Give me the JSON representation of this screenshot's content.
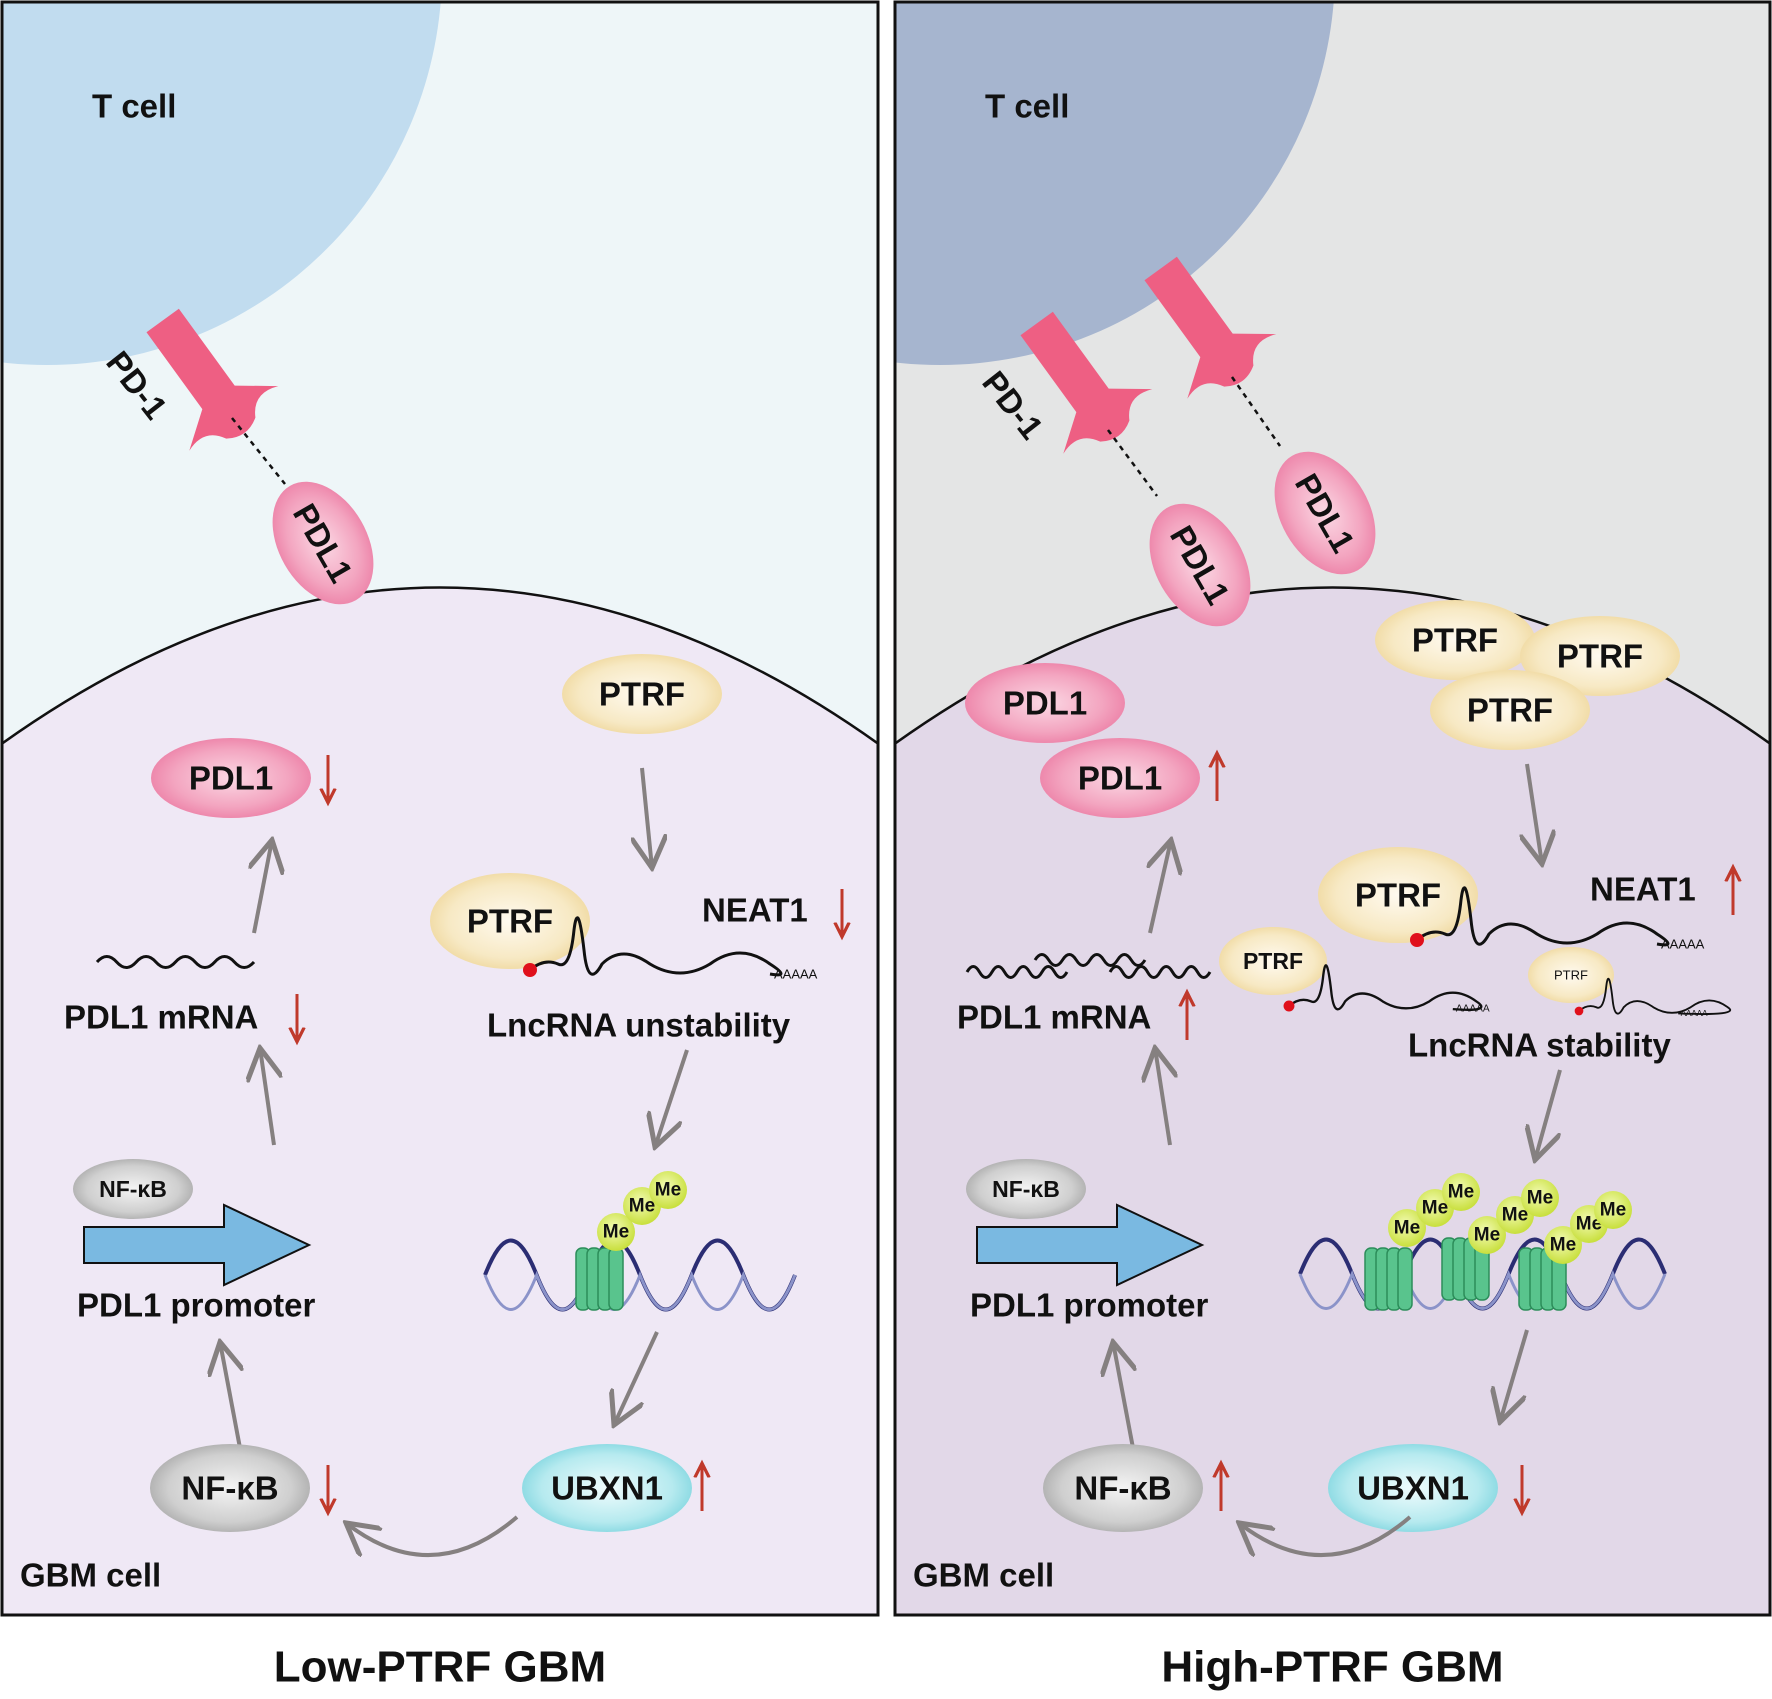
{
  "colors": {
    "tcell_low": "#c1dcef",
    "tcell_high": "#a6b5cf",
    "bg_low": "#eef6f8",
    "bg_high": "#e4e5e5",
    "gbm_low": "#efe8f5",
    "gbm_high": "#e2d8e8",
    "pd1": "#ee5f83",
    "pdl1": "#f29ab7",
    "ptrf": "#f6e6b8",
    "ubxn1": "#a9e6ec",
    "nfkb": "#c3c3c3",
    "promoter_arrow": "#7ab9e1",
    "nucleosome": "#59c48d",
    "methyl": "#d9ec57",
    "dna": "#2b2d73",
    "pathway_arrow": "#858080",
    "up_arrow": "#c0392b",
    "down_arrow": "#c0392b"
  },
  "panels": [
    {
      "caption": "Low-PTRF GBM",
      "t_cell_label": "T cell",
      "gbm_cell_label": "GBM cell",
      "pd1_label": "PD-1",
      "pdl1_label": "PDL1",
      "ptrf_label": "PTRF",
      "neat1_label": "NEAT1",
      "neat1_direction": "down",
      "polya": "AAAAA",
      "lncrna_label": "LncRNA unstability",
      "methyl_label": "Me",
      "ubxn1_label": "UBXN1",
      "ubxn1_direction": "up",
      "nfkb_label": "NF-κB",
      "nfkb_direction": "down",
      "promoter_label": "PDL1 promoter",
      "mrna_label": "PDL1 mRNA",
      "mrna_direction": "down",
      "pdl1_direction": "down"
    },
    {
      "caption": "High-PTRF GBM",
      "t_cell_label": "T cell",
      "gbm_cell_label": "GBM cell",
      "pd1_label": "PD-1",
      "pdl1_label": "PDL1",
      "ptrf_label": "PTRF",
      "neat1_label": "NEAT1",
      "neat1_direction": "up",
      "polya": "AAAAA",
      "lncrna_label": "LncRNA stability",
      "methyl_label": "Me",
      "ubxn1_label": "UBXN1",
      "ubxn1_direction": "down",
      "nfkb_label": "NF-κB",
      "nfkb_direction": "up",
      "promoter_label": "PDL1 promoter",
      "mrna_label": "PDL1 mRNA",
      "mrna_direction": "up",
      "pdl1_direction": "up"
    }
  ]
}
